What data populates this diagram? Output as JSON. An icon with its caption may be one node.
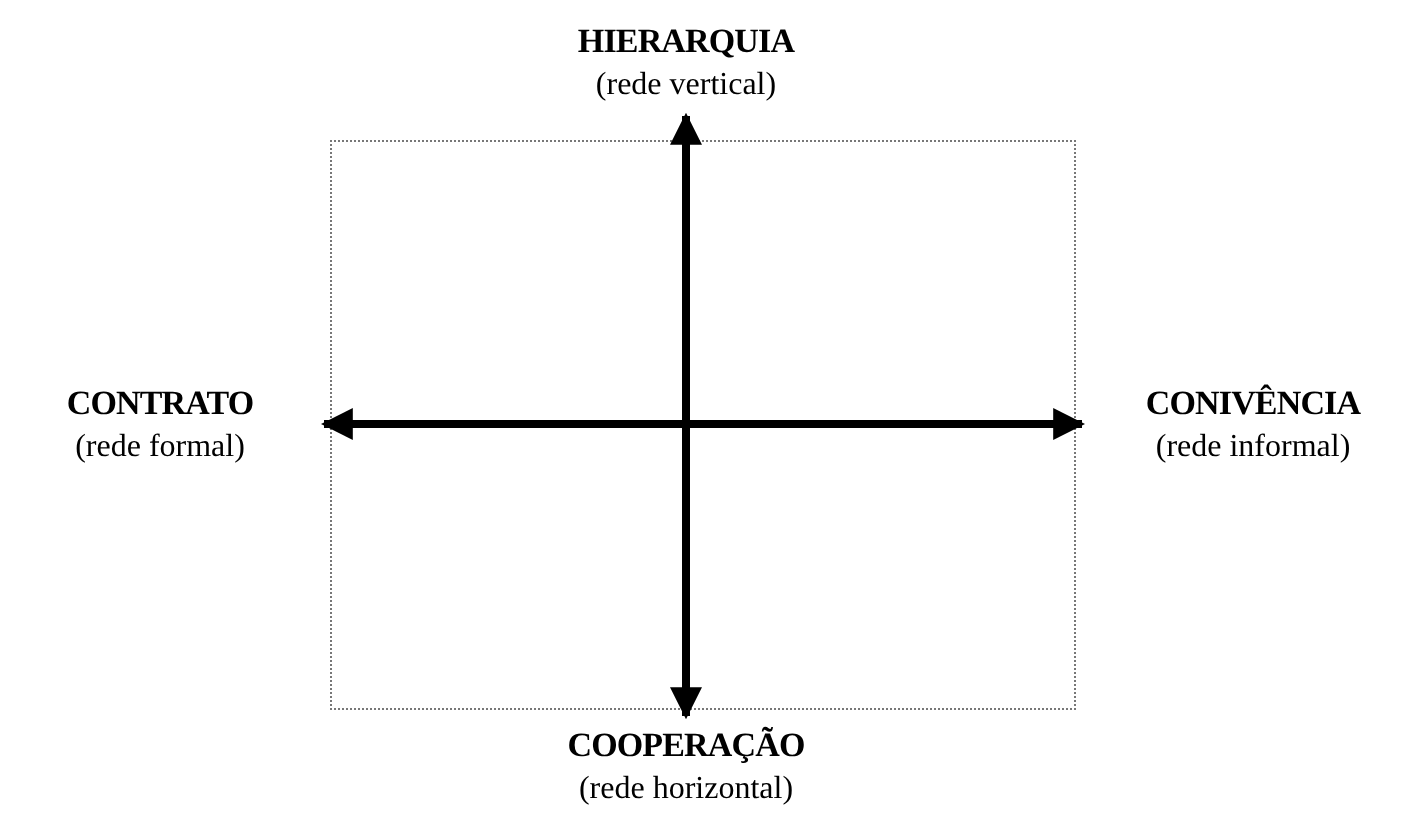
{
  "diagram": {
    "nodes": [
      {
        "text": [
          "HIERARQUIA",
          "(rede vertical)"
        ]
      },
      {
        "text": [
          "CONTRATO",
          "(rede formal)"
        ]
      },
      {
        "text": [
          "CONIVÊNCIA",
          "(rede informal)"
        ]
      },
      {
        "text": [
          "COOPERAÇÃO",
          "(rede horizontal)"
        ]
      }
    ],
    "edges": [
      {
        "from": 0,
        "to": 3,
        "arrow": "both"
      },
      {
        "from": 1,
        "to": 2,
        "arrow": "both"
      }
    ]
  }
}
